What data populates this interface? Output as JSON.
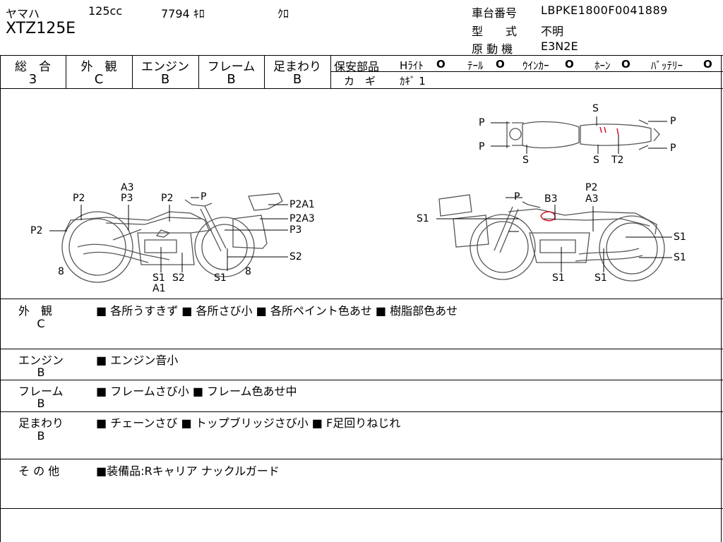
{
  "header": {
    "maker": "ヤマハ",
    "displacement": "125cc",
    "mileage": "7794 ｷﾛ",
    "color": "ｸﾛ",
    "model": "XTZ125E",
    "frame_no_label": "車台番号",
    "frame_no": "LBPKE1800F0041889",
    "type_label": "型　　式",
    "type_value": "不明",
    "engine_label": "原 動 機",
    "engine_value": "E3N2E"
  },
  "grades": [
    {
      "label": "総　合",
      "value": "3"
    },
    {
      "label": "外　観",
      "value": "C"
    },
    {
      "label": "エンジン",
      "value": "B"
    },
    {
      "label": "フレーム",
      "value": "B"
    },
    {
      "label": "足まわり",
      "value": "B"
    }
  ],
  "safety": {
    "title": "保安部品",
    "items": [
      {
        "label": "Hﾗｲﾄ",
        "mark": "O"
      },
      {
        "label": "ﾃｰﾙ",
        "mark": "O"
      },
      {
        "label": "ｳｲﾝｶｰ",
        "mark": "O"
      },
      {
        "label": "ﾎｰﾝ",
        "mark": "O"
      },
      {
        "label": "ﾊﾞｯﾃﾘｰ",
        "mark": "O"
      }
    ],
    "key_label": "カ　ギ",
    "key_value": "ｶｷﾞ 1"
  },
  "diagram": {
    "left_view": {
      "labels": [
        "A3",
        "P3",
        "P2",
        "P2",
        "P",
        "P2",
        "P2A1",
        "P2A3",
        "P3",
        "S2",
        "8",
        "S1",
        "S2",
        "A1",
        "S1",
        "8"
      ]
    },
    "right_view": {
      "labels": [
        "P",
        "B3",
        "P2",
        "A3",
        "S1",
        "S1",
        "S1",
        "S1",
        "S1"
      ]
    },
    "top_view": {
      "labels": [
        "S",
        "P",
        "P",
        "P",
        "P",
        "S",
        "S",
        "T2"
      ]
    }
  },
  "sections": [
    {
      "title": "外　観",
      "grade": "C",
      "notes": [
        "各所うすきず",
        "各所さび小",
        "各所ペイント色あせ",
        "樹脂部色あせ"
      ]
    },
    {
      "title": "エンジン",
      "grade": "B",
      "notes": [
        "エンジン音小"
      ]
    },
    {
      "title": "フレーム",
      "grade": "B",
      "notes": [
        "フレームさび小",
        "フレーム色あせ中"
      ]
    },
    {
      "title": "足まわり",
      "grade": "B",
      "notes": [
        "チェーンさび",
        "トップブリッジさび小",
        "F足回りねじれ"
      ]
    },
    {
      "title": "そ の 他",
      "grade": "",
      "notes": [
        "装備品:Rキャリア ナックルガード"
      ]
    }
  ],
  "colors": {
    "ink": "#000000",
    "damage_mark": "#d0102a"
  }
}
